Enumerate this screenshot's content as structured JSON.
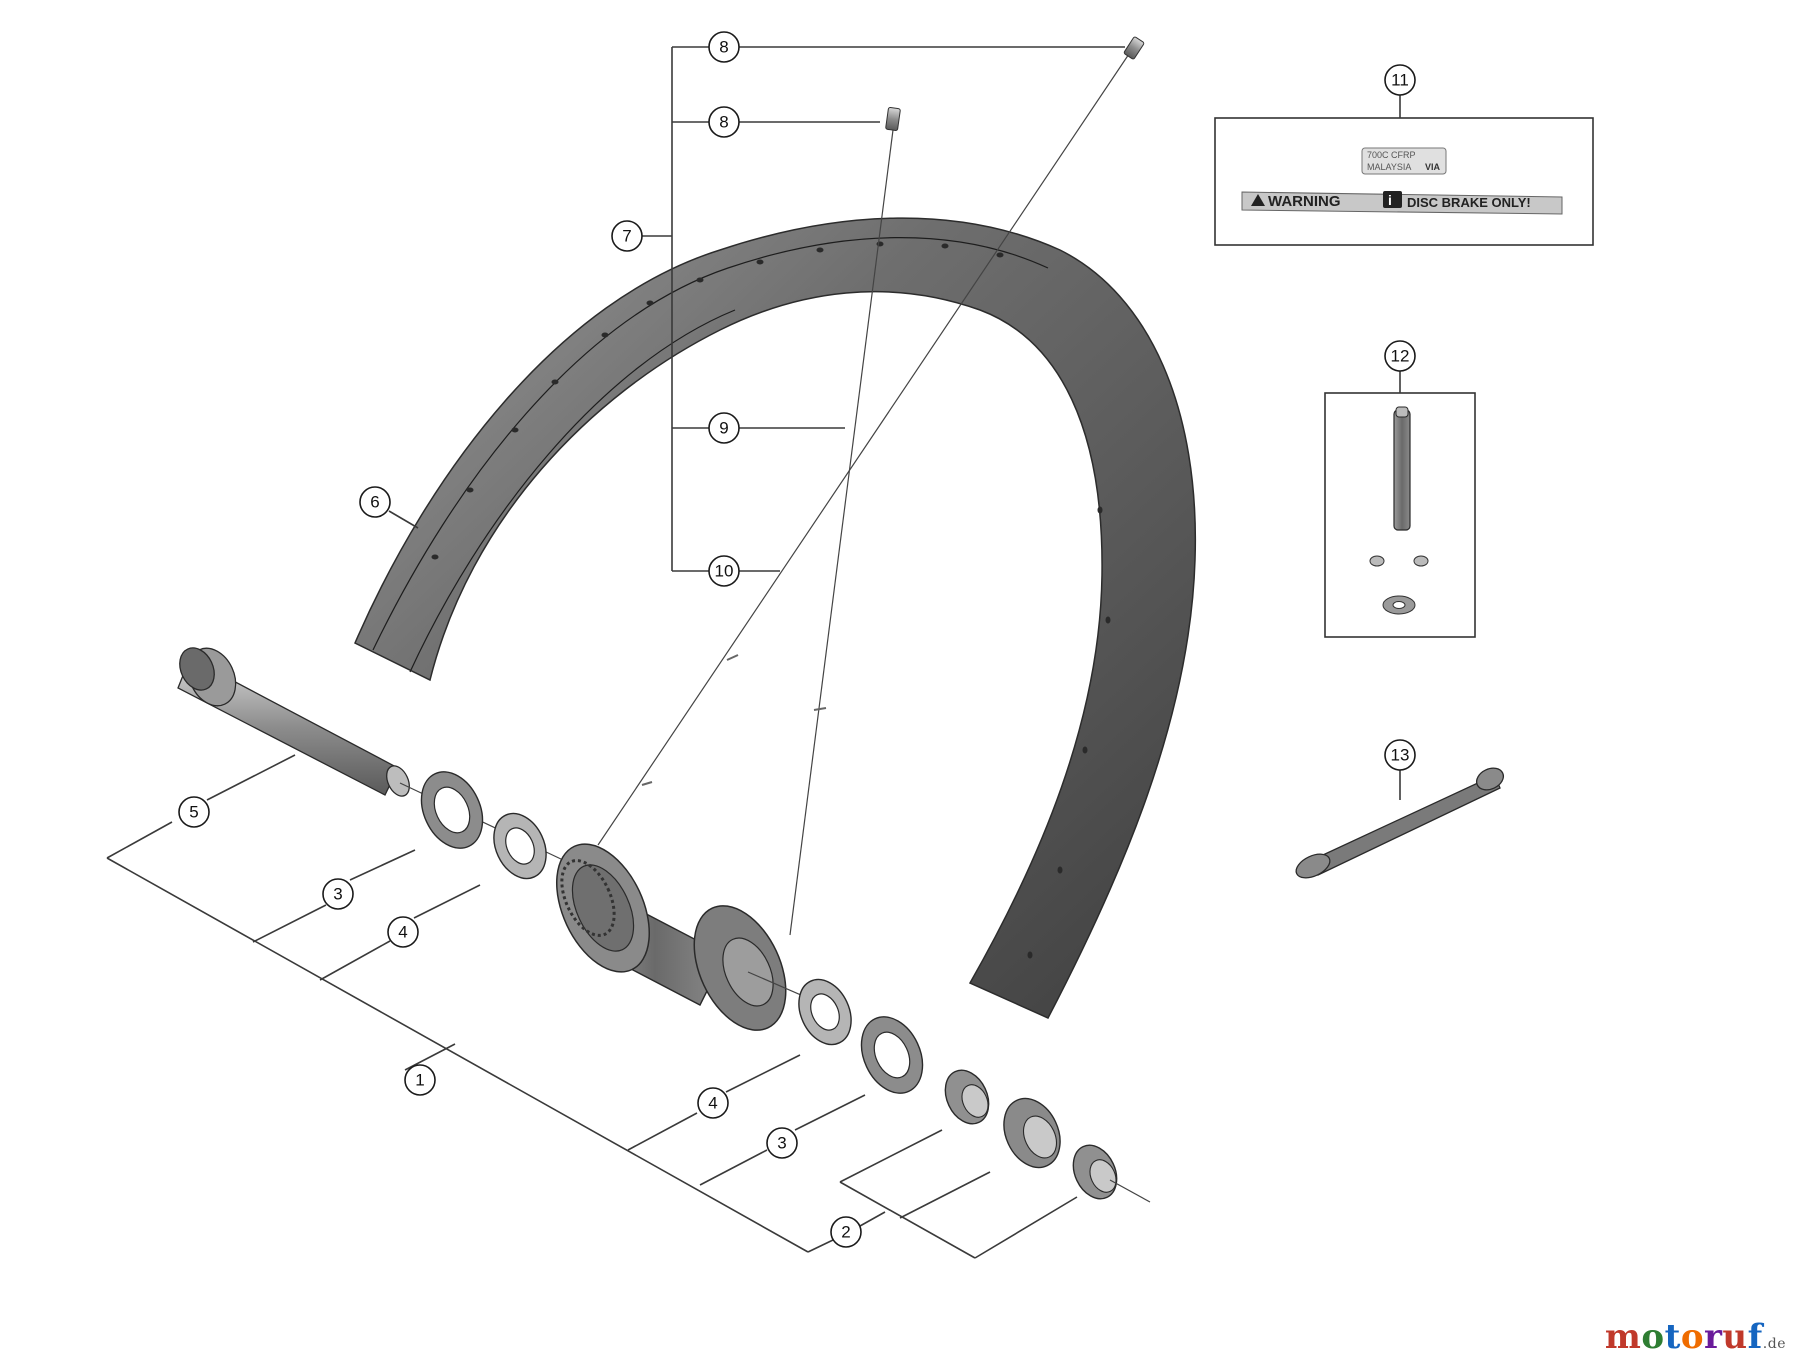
{
  "diagram": {
    "callouts": {
      "c1": "1",
      "c2": "2",
      "c3a": "3",
      "c3b": "3",
      "c4a": "4",
      "c4b": "4",
      "c5": "5",
      "c6": "6",
      "c7": "7",
      "c8a": "8",
      "c8b": "8",
      "c9": "9",
      "c10": "10",
      "c11": "11",
      "c12": "12",
      "c13": "13"
    },
    "sticker": {
      "line1": "700C CFRP",
      "line2": "MALAYSIA",
      "line2b": "VIA",
      "warning": "WARNING",
      "info": "i",
      "disc": "DISC BRAKE ONLY!"
    }
  },
  "watermark": {
    "letters": [
      "m",
      "o",
      "t",
      "o",
      "r",
      "u",
      "f"
    ],
    "tld": ".de"
  }
}
